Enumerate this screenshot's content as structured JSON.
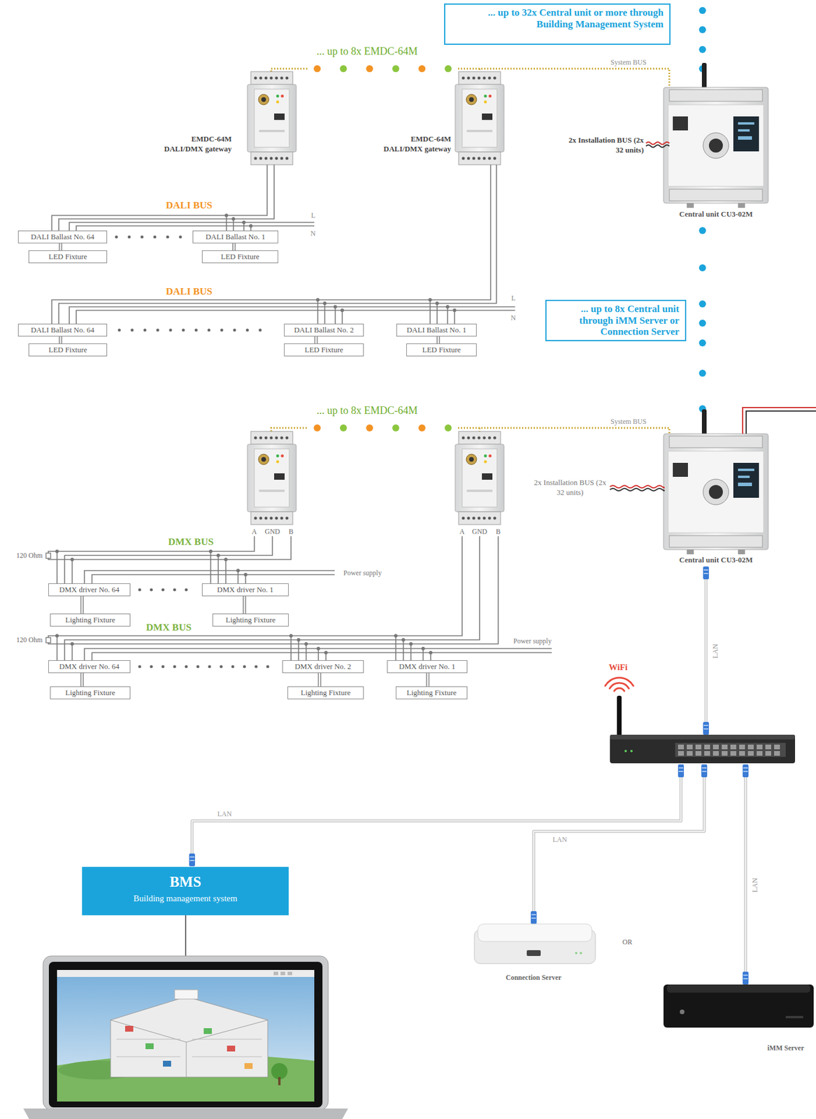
{
  "diagram": {
    "nodes": [
      {
        "text": [
          "... up to 32x Central unit or more through Building Management System"
        ]
      },
      {
        "text": [
          "DALI Ballast No. 64"
        ]
      },
      {
        "text": [
          "LED Fixture"
        ]
      },
      {
        "text": [
          "DALI Ballast No. 1"
        ]
      },
      {
        "text": [
          "LED Fixture"
        ]
      },
      {
        "text": [
          "DALI Ballast No. 64"
        ]
      },
      {
        "text": [
          "LED Fixture"
        ]
      },
      {
        "text": [
          "DALI Ballast No. 2"
        ]
      },
      {
        "text": [
          "LED Fixture"
        ]
      },
      {
        "text": [
          "DALI Ballast No. 1"
        ]
      },
      {
        "text": [
          "LED Fixture"
        ]
      },
      {
        "text": [
          "... up to 8x Central unit through iMM Server or Connection Server"
        ]
      },
      {
        "text": [
          "DMX driver No. 64"
        ]
      },
      {
        "text": [
          "Lighting Fixture"
        ]
      },
      {
        "text": [
          "DMX driver No. 1"
        ]
      },
      {
        "text": [
          "Lighting Fixture"
        ]
      },
      {
        "text": [
          "DMX driver No. 64"
        ]
      },
      {
        "text": [
          "Lighting Fixture"
        ]
      },
      {
        "text": [
          "DMX driver No. 2"
        ]
      },
      {
        "text": [
          "Lighting Fixture"
        ]
      },
      {
        "text": [
          "DMX driver No. 1"
        ]
      },
      {
        "text": [
          "Lighting Fixture"
        ]
      },
      {
        "text": [
          "BMS",
          "Building management system"
        ]
      }
    ],
    "edges": [
      {
        "from": 1,
        "to": 2,
        "arrow": "none"
      },
      {
        "from": 3,
        "to": 4,
        "arrow": "none"
      },
      {
        "from": 5,
        "to": 6,
        "arrow": "none"
      },
      {
        "from": 7,
        "to": 8,
        "arrow": "none"
      },
      {
        "from": 9,
        "to": 10,
        "arrow": "none"
      },
      {
        "from": 12,
        "to": 13,
        "arrow": "none"
      },
      {
        "from": 14,
        "to": 15,
        "arrow": "none"
      },
      {
        "from": 16,
        "to": 17,
        "arrow": "none"
      },
      {
        "from": 18,
        "to": 19,
        "arrow": "none"
      },
      {
        "from": 20,
        "to": 21,
        "arrow": "none"
      }
    ],
    "labels": [
      "... up to 8x EMDC-64M",
      "System BUS",
      "EMDC-64M DALI/DMX gateway",
      "EMDC-64M DALI/DMX gateway",
      "2x Installation BUS (2x 32 units)",
      "DALI BUS",
      "L",
      "N",
      "Central unit CU3-02M",
      "DALI BUS",
      "L",
      "N",
      "... up to 8x EMDC-64M",
      "System BUS",
      "2x Installation BUS (2x 32 units)",
      "A",
      "GND",
      "B",
      "A",
      "GND",
      "B",
      "DMX BUS",
      "120 Ohm",
      "Power supply",
      "Central unit CU3-02M",
      "DMX BUS",
      "120 Ohm",
      "Power supply",
      "LAN",
      "WiFi",
      "LAN",
      "LAN",
      "LAN",
      "Connection Server",
      "OR",
      "iMM Server"
    ]
  }
}
